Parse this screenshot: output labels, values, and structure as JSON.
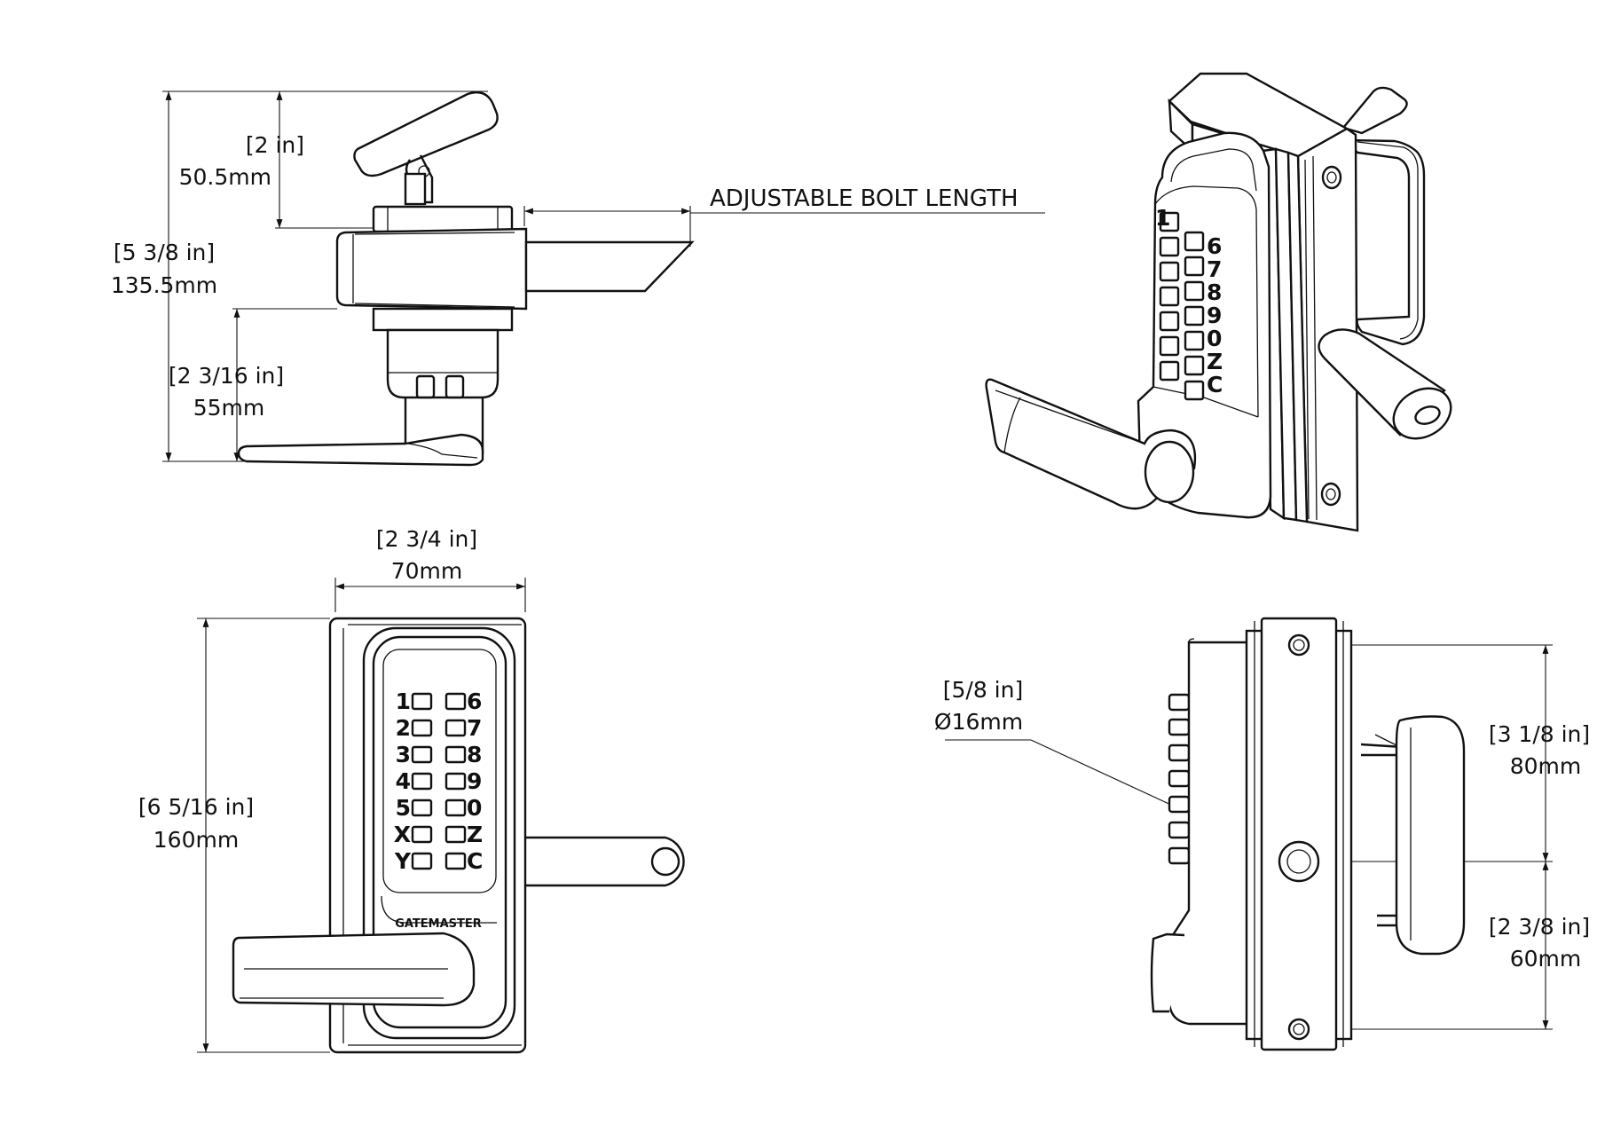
{
  "top_left_view": {
    "dim_top_in": "[2 in]",
    "dim_top_mm": "50.5mm",
    "dim_overall_in": "[5 3/8 in]",
    "dim_overall_mm": "135.5mm",
    "dim_lower_in": "[2 3/16 in]",
    "dim_lower_mm": "55mm",
    "bolt_label": "ADJUSTABLE BOLT LENGTH"
  },
  "bottom_left_view": {
    "dim_width_in": "[2 3/4 in]",
    "dim_width_mm": "70mm",
    "dim_height_in": "[6 5/16 in]",
    "dim_height_mm": "160mm",
    "keypad_left": [
      "1",
      "2",
      "3",
      "4",
      "5",
      "X",
      "Y"
    ],
    "keypad_right": [
      "6",
      "7",
      "8",
      "9",
      "0",
      "Z",
      "C"
    ],
    "brand": "GATEMASTER"
  },
  "isometric_view": {
    "keypad_digits": [
      "1",
      "6",
      "7",
      "8",
      "9",
      "0",
      "Z",
      "C"
    ]
  },
  "bottom_right_view": {
    "dim_hole_in": "[5/8 in]",
    "dim_hole_mm": "Ø16mm",
    "dim_upper_in": "[3 1/8 in]",
    "dim_upper_mm": "80mm",
    "dim_lower_in": "[2 3/8 in]",
    "dim_lower_mm": "60mm"
  }
}
